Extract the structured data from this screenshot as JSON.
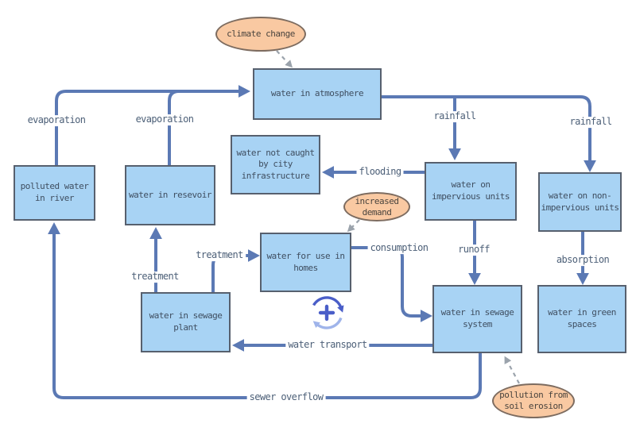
{
  "colors": {
    "node_fill": "#a8d3f4",
    "node_border": "#57606e",
    "node_text": "#3f4e60",
    "ellipse_fill": "#f9c9a2",
    "ellipse_border": "#7d6c60",
    "connector_blue": "#5b79b4",
    "edge_label_text": "#4d6078",
    "dashed_gray": "#9ba3ac",
    "icon_blue": "#4a5ec8"
  },
  "nodes": {
    "polluted_river": "polluted water\nin river",
    "reservoir": "water in resevoir",
    "atmosphere": "water in atmosphere",
    "not_caught": "water not caught\nby city\ninfrastructure",
    "homes": "water for use in\nhomes",
    "impervious": "water on\nimpervious units",
    "non_impervious": "water on non-\nimpervious units",
    "sewage_plant": "water in sewage\nplant",
    "sewage_system": "water in sewage\nsystem",
    "green_spaces": "water in green\nspaces"
  },
  "externals": {
    "climate_change": "climate change",
    "increased_demand": "increased\ndemand",
    "pollution_soil": "pollution from\nsoil erosion"
  },
  "edge_labels": {
    "evaporation_river": "evaporation",
    "evaporation_reservoir": "evaporation",
    "rainfall_impervious": "rainfall",
    "rainfall_non_impervious": "rainfall",
    "flooding": "flooding",
    "treatment_reservoir": "treatment",
    "treatment_homes": "treatment",
    "consumption": "consumption",
    "runoff": "runoff",
    "absorption": "absorption",
    "water_transport": "water transport",
    "sewer_overflow": "sewer overflow"
  },
  "icons": {
    "cycle_plus": "cycle-plus-icon"
  }
}
